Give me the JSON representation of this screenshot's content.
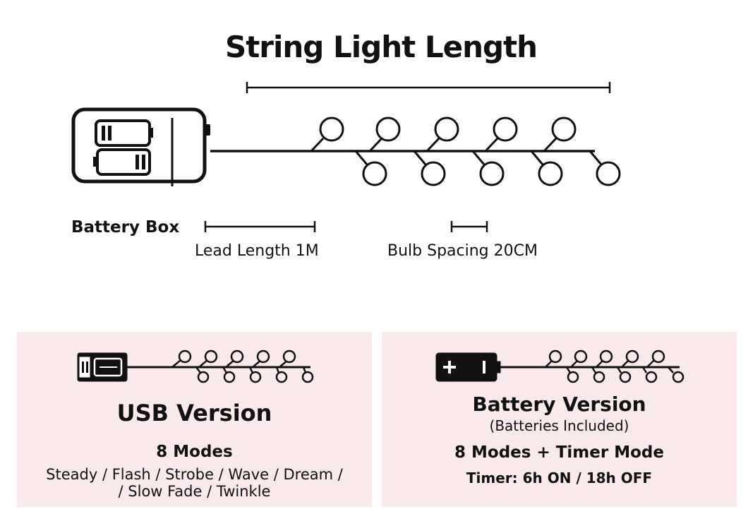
{
  "title": "String Light Length",
  "labels": {
    "battery_box": "Battery Box",
    "lead_length": "Lead Length 1M",
    "bulb_spacing": "Bulb Spacing 20CM"
  },
  "usb_version": {
    "title": "USB Version",
    "modes": "8 Modes",
    "mode_list_line1": "Steady / Flash / Strobe / Wave / Dream /",
    "mode_list_line2": "/ Slow Fade / Twinkle"
  },
  "battery_version": {
    "title": "Battery Version",
    "subtitle": "(Batteries Included)",
    "modes": "8 Modes + Timer Mode",
    "timer": "Timer: 6h ON / 18h OFF"
  },
  "colors": {
    "ink": "#111111",
    "panel_background": "#fbeaec"
  },
  "icons": [
    "battery-box-icon",
    "usb-plug-icon",
    "battery-pack-icon",
    "bulb-icon"
  ]
}
